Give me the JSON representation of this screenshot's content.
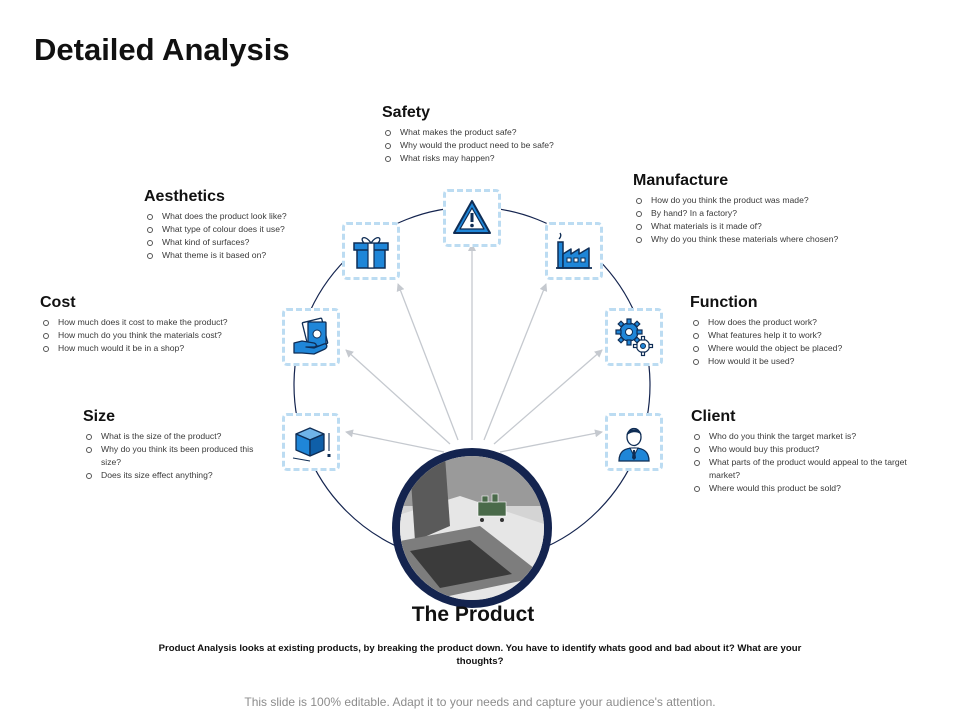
{
  "title": "Detailed Analysis",
  "center": {
    "label": "The Product",
    "image": "laptop-with-shopping-cart-photo"
  },
  "summary": "Product Analysis looks at existing products, by breaking the product down. You have to identify whats good and bad about it? What are your thoughts?",
  "footer": "This slide is 100% editable. Adapt it to your needs and capture your audience's attention.",
  "colors": {
    "accent": "#1f86d8",
    "icon_stroke": "#0f2d55",
    "ring": "#14244f",
    "node_border": "#bcdcf2",
    "arrow": "#c5c9cf"
  },
  "sections": {
    "safety": {
      "title": "Safety",
      "icon": "warning-icon",
      "items": [
        "What makes the product safe?",
        "Why would the product need to be safe?",
        "What risks may happen?"
      ]
    },
    "manufacture": {
      "title": "Manufacture",
      "icon": "factory-icon",
      "items": [
        "How do you think the product was made?",
        "By hand? In a factory?",
        "What materials is it made of?",
        "Why do you think these materials where chosen?"
      ]
    },
    "aesthetics": {
      "title": "Aesthetics",
      "icon": "gift-icon",
      "items": [
        "What does the product look like?",
        "What type of colour does it use?",
        "What kind of surfaces?",
        "What theme is it based on?"
      ]
    },
    "cost": {
      "title": "Cost",
      "icon": "money-hand-icon",
      "items": [
        "How much does it cost to make the product?",
        "How much do you think the materials cost?",
        "How much would it be in a shop?"
      ]
    },
    "function": {
      "title": "Function",
      "icon": "gears-icon",
      "items": [
        "How does the product work?",
        "What features help it to work?",
        "Where would the object be placed?",
        "How would it be used?"
      ]
    },
    "size": {
      "title": "Size",
      "icon": "box-dimensions-icon",
      "items": [
        "What is the size of the product?",
        "Why do you think its been produced this size?",
        "Does its size effect anything?"
      ]
    },
    "client": {
      "title": "Client",
      "icon": "businessman-icon",
      "items": [
        "Who do you think the target market is?",
        "Who would buy this product?",
        "What parts of the product would appeal to the target market?",
        "Where would this product be sold?"
      ]
    }
  }
}
